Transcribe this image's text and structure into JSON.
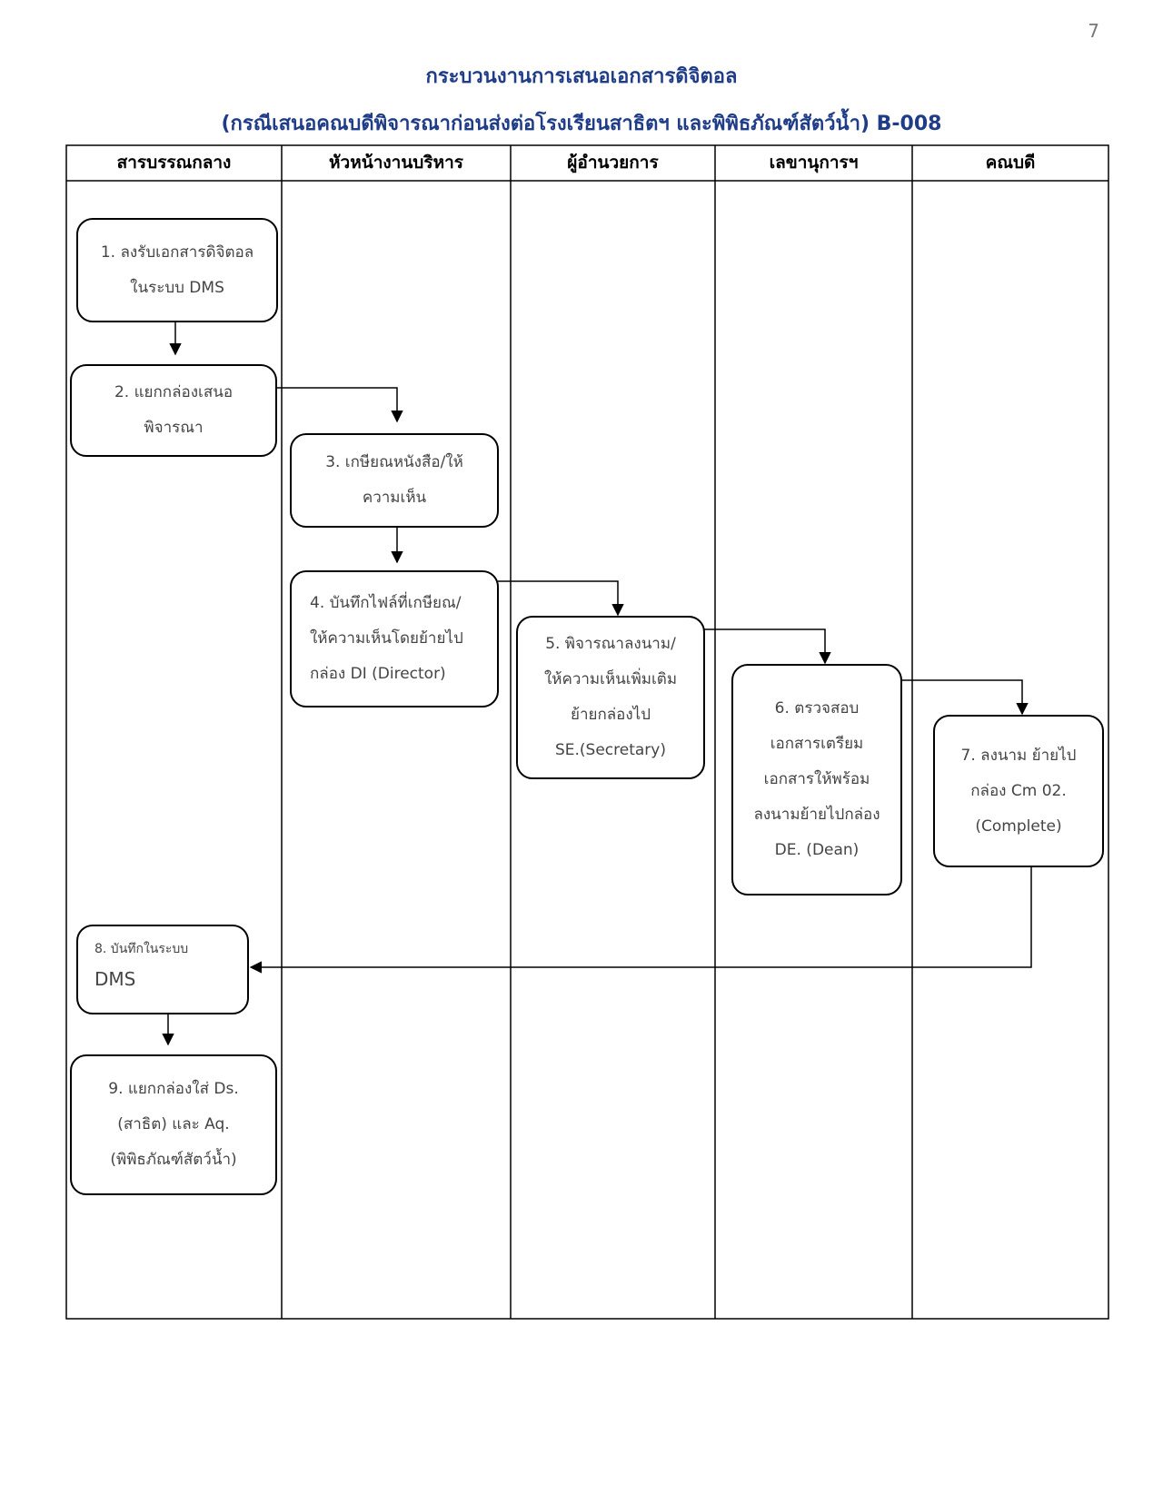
{
  "page_number": "7",
  "title": "กระบวนงานการเสนอเอกสารดิจิตอล",
  "subtitle": "(กรณีเสนอคณบดีพิจารณาก่อนส่งต่อโรงเรียนสาธิตฯ และพิพิธภัณฑ์สัตว์น้ำ) B-008",
  "colors": {
    "title": "#1f3c88",
    "line": "#000000",
    "text": "#444444"
  },
  "lanes": [
    {
      "id": "l1",
      "label": "สารบรรณกลาง"
    },
    {
      "id": "l2",
      "label": "หัวหน้างานบริหาร"
    },
    {
      "id": "l3",
      "label": "ผู้อำนวยการ"
    },
    {
      "id": "l4",
      "label": "เลขานุการฯ"
    },
    {
      "id": "l5",
      "label": "คณบดี"
    }
  ],
  "steps": {
    "s1": "1. ลงรับเอกสารดิจิตอล\nในระบบ DMS",
    "s2": "2. แยกกล่องเสนอ\nพิจารณา",
    "s3": "3. เกษียณหนังสือ/ให้\nความเห็น",
    "s4": "4.  บันทึกไฟล์ที่เกษียณ/\nให้ความเห็นโดยย้ายไป\nกล่อง DI (Director)",
    "s5": "5. พิจารณาลงนาม/\nให้ความเห็นเพิ่มเติม\nย้ายกล่องไป\nSE.(Secretary)",
    "s6": "6. ตรวจสอบ\nเอกสารเตรียม\nเอกสารให้พร้อม\nลงนามย้ายไปกล่อง\nDE. (Dean)",
    "s7": "7. ลงนาม ย้ายไป\nกล่อง Cm 02.\n(Complete)",
    "s8_line1": "8. บันทึกในระบบ",
    "s8_line2": "DMS",
    "s9": "9. แยกกล่องใส่ Ds.\n(สาธิต) และ Aq.\n(พิพิธภัณฑ์สัตว์น้ำ)"
  }
}
